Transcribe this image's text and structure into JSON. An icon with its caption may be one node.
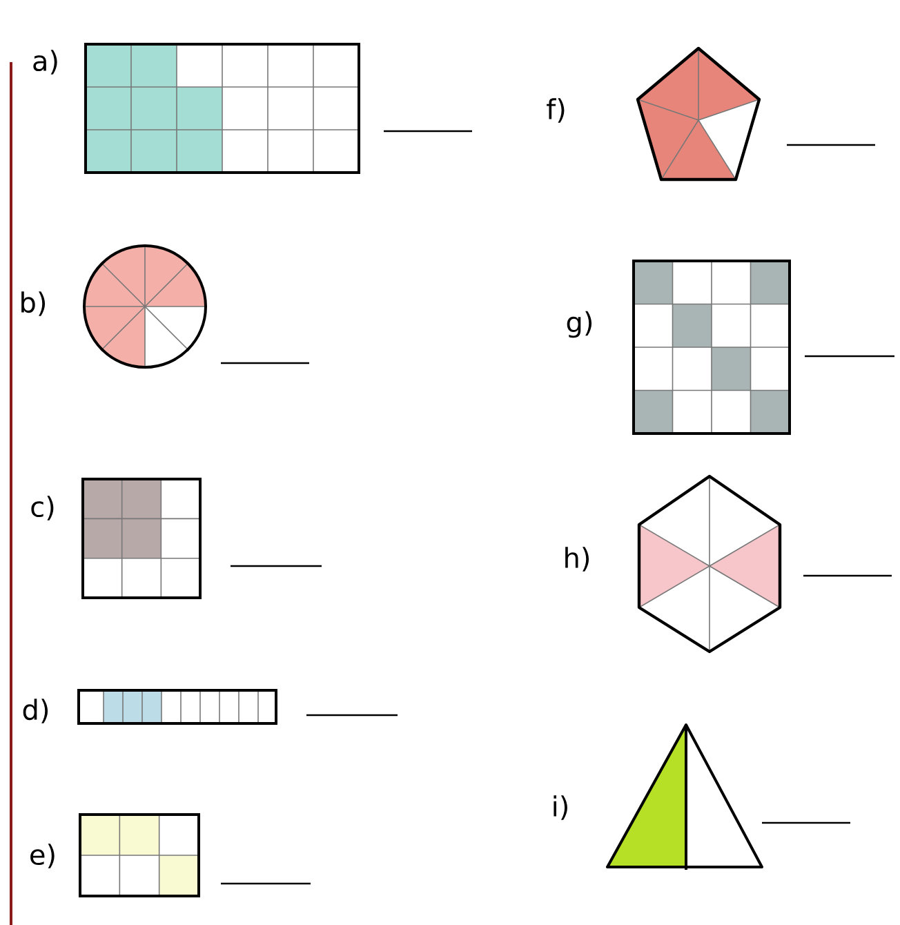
{
  "diagram": {
    "labels": [
      "a)",
      "f)",
      "b)",
      "g)",
      "c)",
      "h)",
      "d)",
      "i)",
      "e)"
    ]
  }
}
